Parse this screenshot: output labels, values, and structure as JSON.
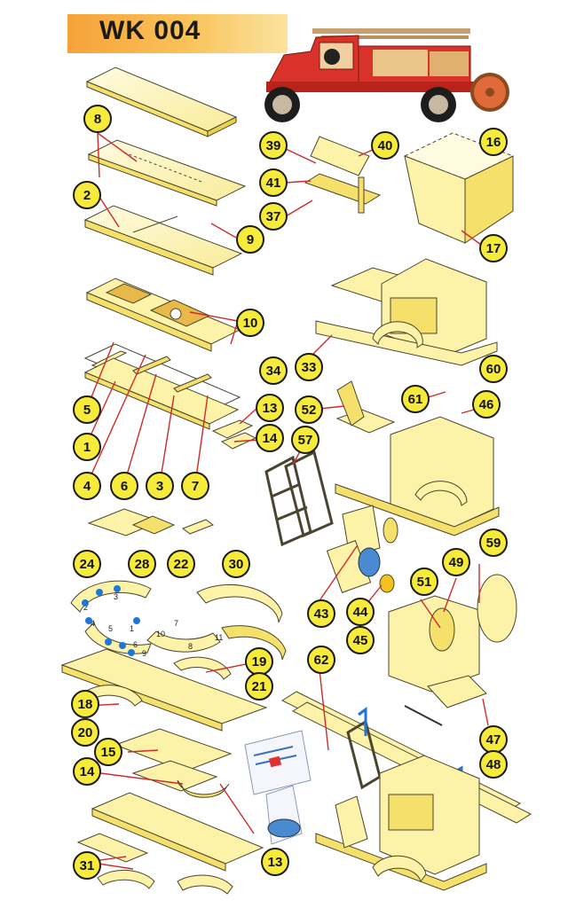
{
  "title": "WK 004",
  "colors": {
    "part_fill": "#fdf3a8",
    "part_fill_dark": "#f4e06a",
    "outline": "#3a3a2a",
    "callout_fill": "#f6eb3a",
    "leader_line": "#d02a2a",
    "truck_red": "#d8322a",
    "banner_start": "#f7a23a",
    "banner_end": "#fbe3a0"
  },
  "callouts": [
    {
      "id": "8"
    },
    {
      "id": "2"
    },
    {
      "id": "9"
    },
    {
      "id": "10"
    },
    {
      "id": "5"
    },
    {
      "id": "1"
    },
    {
      "id": "4"
    },
    {
      "id": "6"
    },
    {
      "id": "3"
    },
    {
      "id": "7"
    },
    {
      "id": "13"
    },
    {
      "id": "14"
    },
    {
      "id": "39"
    },
    {
      "id": "40"
    },
    {
      "id": "41"
    },
    {
      "id": "37"
    },
    {
      "id": "16"
    },
    {
      "id": "17"
    },
    {
      "id": "34"
    },
    {
      "id": "33"
    },
    {
      "id": "52"
    },
    {
      "id": "57"
    },
    {
      "id": "60"
    },
    {
      "id": "61"
    },
    {
      "id": "46"
    },
    {
      "id": "24"
    },
    {
      "id": "28"
    },
    {
      "id": "22"
    },
    {
      "id": "30"
    },
    {
      "id": "59"
    },
    {
      "id": "49"
    },
    {
      "id": "51"
    },
    {
      "id": "43"
    },
    {
      "id": "44"
    },
    {
      "id": "45"
    },
    {
      "id": "19"
    },
    {
      "id": "21"
    },
    {
      "id": "18"
    },
    {
      "id": "20"
    },
    {
      "id": "62"
    },
    {
      "id": "15"
    },
    {
      "id": "14"
    },
    {
      "id": "47"
    },
    {
      "id": "48"
    },
    {
      "id": "31"
    },
    {
      "id": "13"
    }
  ],
  "fender_piece_labels": [
    "1",
    "2",
    "3",
    "4",
    "5",
    "6",
    "7",
    "8",
    "9",
    "10",
    "11"
  ]
}
